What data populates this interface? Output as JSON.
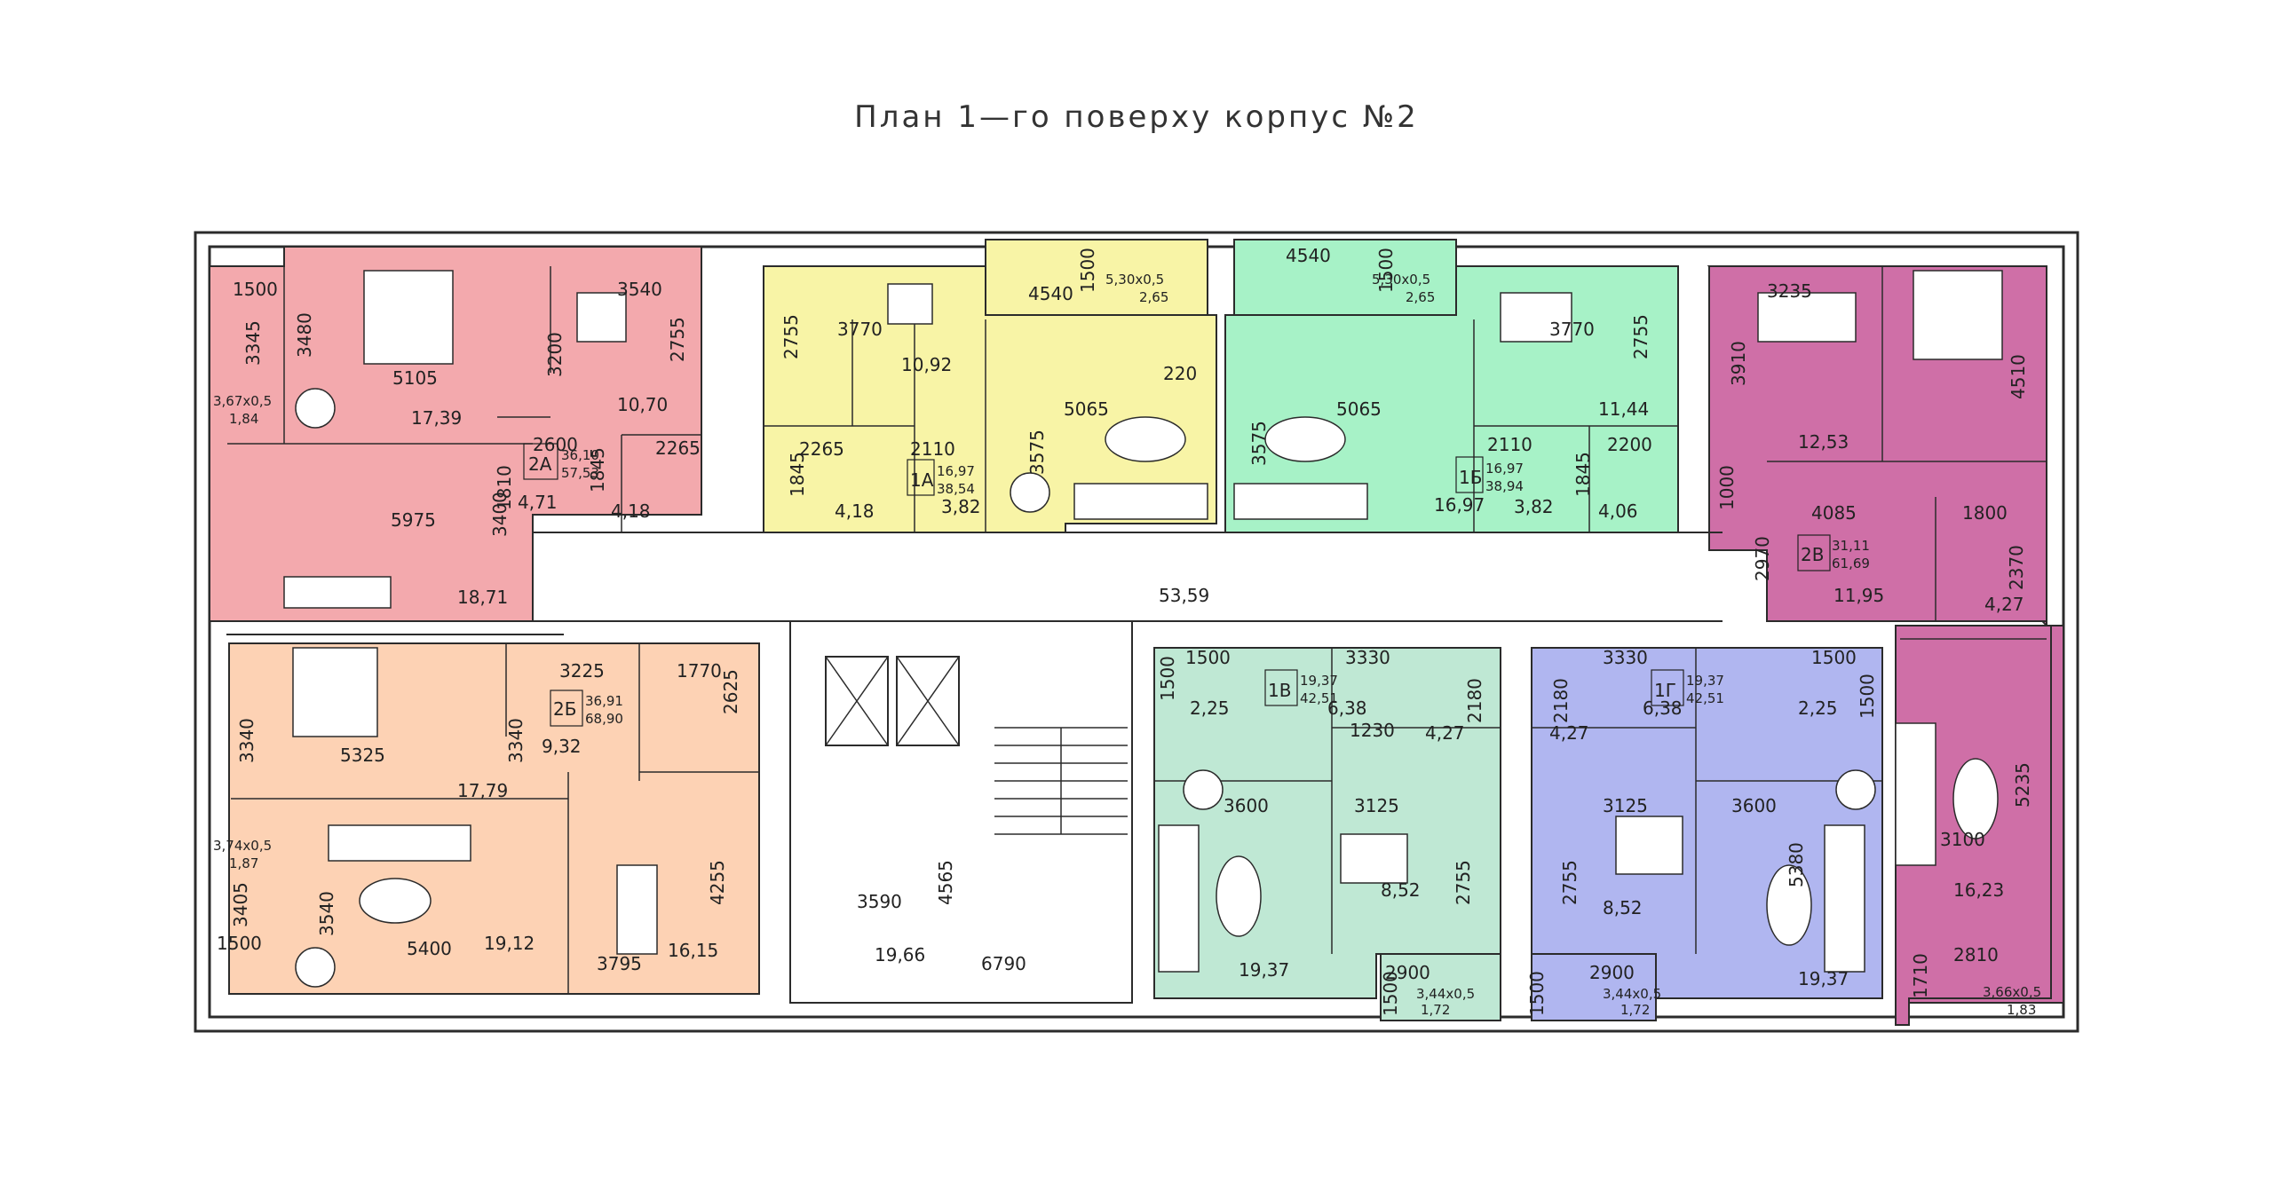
{
  "title": "План 1—го поверху корпус №2",
  "colors": {
    "pink": "#f3a9ad",
    "yellow": "#f8f4a6",
    "green": "#a7f2c7",
    "magenta": "#cf6fa7",
    "peach": "#fdd2b4",
    "mint": "#bfe8d4",
    "blue": "#b0b6f0",
    "wall": "#ffffff",
    "line": "#2b2b2b"
  },
  "apartments": {
    "a2A": {
      "code": "2А",
      "living": "36,10",
      "total": "57,53"
    },
    "a1A": {
      "code": "1А",
      "living": "16,97",
      "total": "38,54"
    },
    "a1B": {
      "code": "1Б",
      "living": "16,97",
      "total": "38,94"
    },
    "a2V": {
      "code": "2В",
      "living": "31,11",
      "total": "61,69"
    },
    "a2G": {
      "code": "2Б",
      "living": "36,91",
      "total": "68,90"
    },
    "a1V": {
      "code": "1В",
      "living": "19,37",
      "total": "42,51"
    },
    "a1G": {
      "code": "1Г",
      "living": "19,37",
      "total": "42,51"
    }
  },
  "areas": {
    "p1": "17,39",
    "p2": "10,70",
    "p3": "18,71",
    "p4": "4,71",
    "p5": "4,18",
    "p6": "3,67х0,5",
    "p7": "1,84",
    "y1": "10,92",
    "y2": "4,18",
    "y3": "3,82",
    "y4": "5,30х0,5",
    "y5": "2,65",
    "g1": "5,30х0,5",
    "g2": "2,65",
    "g3": "11,44",
    "g4": "16,97",
    "g5": "3,82",
    "g6": "4,06",
    "m1": "12,53",
    "m2": "11,95",
    "m3": "4,27",
    "m4": "16,23",
    "m5": "3,66х0,5",
    "m6": "1,83",
    "o1": "17,79",
    "o2": "9,32",
    "o3": "19,12",
    "o4": "16,15",
    "o5": "3,74х0,5",
    "o6": "1,87",
    "c1": "53,59",
    "c2": "19,66",
    "t1": "2,25",
    "t2": "6,38",
    "t3": "4,27",
    "t4": "8,52",
    "t5": "19,37",
    "t6": "3,44х0,5",
    "t7": "1,72",
    "b1": "4,27",
    "b2": "6,38",
    "b3": "2,25",
    "b4": "8,52",
    "b5": "19,37",
    "b6": "3,44х0,5",
    "b7": "1,72"
  },
  "dims": {
    "d1": "1500",
    "d2": "3345",
    "d3": "3480",
    "d4": "5105",
    "d5": "3540",
    "d6": "3200",
    "d7": "2755",
    "d8": "2600",
    "d9": "1810",
    "d10": "2265",
    "d11": "1845",
    "d12": "3400",
    "d13": "5975",
    "e1": "3770",
    "e2": "2755",
    "e3": "4540",
    "e4": "1500",
    "e5": "5065",
    "e6": "220",
    "e7": "2265",
    "e8": "2110",
    "e9": "3575",
    "e10": "1845",
    "f1": "4540",
    "f2": "1500",
    "f3": "3770",
    "f4": "2755",
    "f5": "5065",
    "f6": "3575",
    "f7": "2110",
    "f8": "2200",
    "f9": "1845",
    "h1": "3235",
    "h2": "3910",
    "h3": "4510",
    "h4": "4085",
    "h5": "1800",
    "h6": "2970",
    "h7": "2370",
    "h8": "1000",
    "h9": "5235",
    "h10": "3100",
    "h11": "2810",
    "h12": "1710",
    "k1": "3225",
    "k2": "1770",
    "k3": "3340",
    "k4": "5325",
    "k5": "3340",
    "k6": "2625",
    "k7": "3405",
    "k8": "3540",
    "k9": "1500",
    "k10": "5400",
    "k11": "3795",
    "k12": "4255",
    "s1": "3590",
    "s2": "4565",
    "s3": "6790",
    "t1": "1500",
    "t2": "3330",
    "t3": "1500",
    "t4": "1230",
    "t5": "2180",
    "t6": "3600",
    "t7": "3125",
    "t8": "2755",
    "t9": "2900",
    "t10": "1500",
    "u1": "3330",
    "u2": "1500",
    "u3": "2180",
    "u4": "3125",
    "u5": "3600",
    "u6": "2755",
    "u7": "5380",
    "u8": "1500",
    "u9": "2900",
    "u10": "1500"
  }
}
